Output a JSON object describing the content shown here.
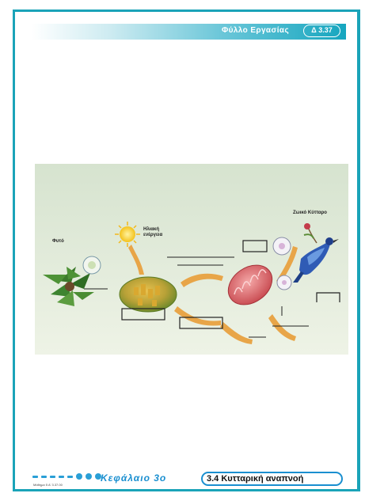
{
  "header": {
    "title": "Φύλλο Εργασίας",
    "code": "Δ 3.37"
  },
  "figure": {
    "labels": {
      "sun": "Ηλιακή ενέργεια",
      "plant": "Φυτό",
      "bird": "Ζωικό Κύτταρο"
    }
  },
  "footer": {
    "chapter": "Κεφάλαιο 3ο",
    "section": "3.4 Κυτταρική αναπνοή",
    "small_note": "Μάθημα 5 Α' 3.37.00"
  },
  "colors": {
    "accent": "#1aa3b8",
    "chapter_blue": "#1a8fd0",
    "figure_background": "#dfe9d4"
  }
}
